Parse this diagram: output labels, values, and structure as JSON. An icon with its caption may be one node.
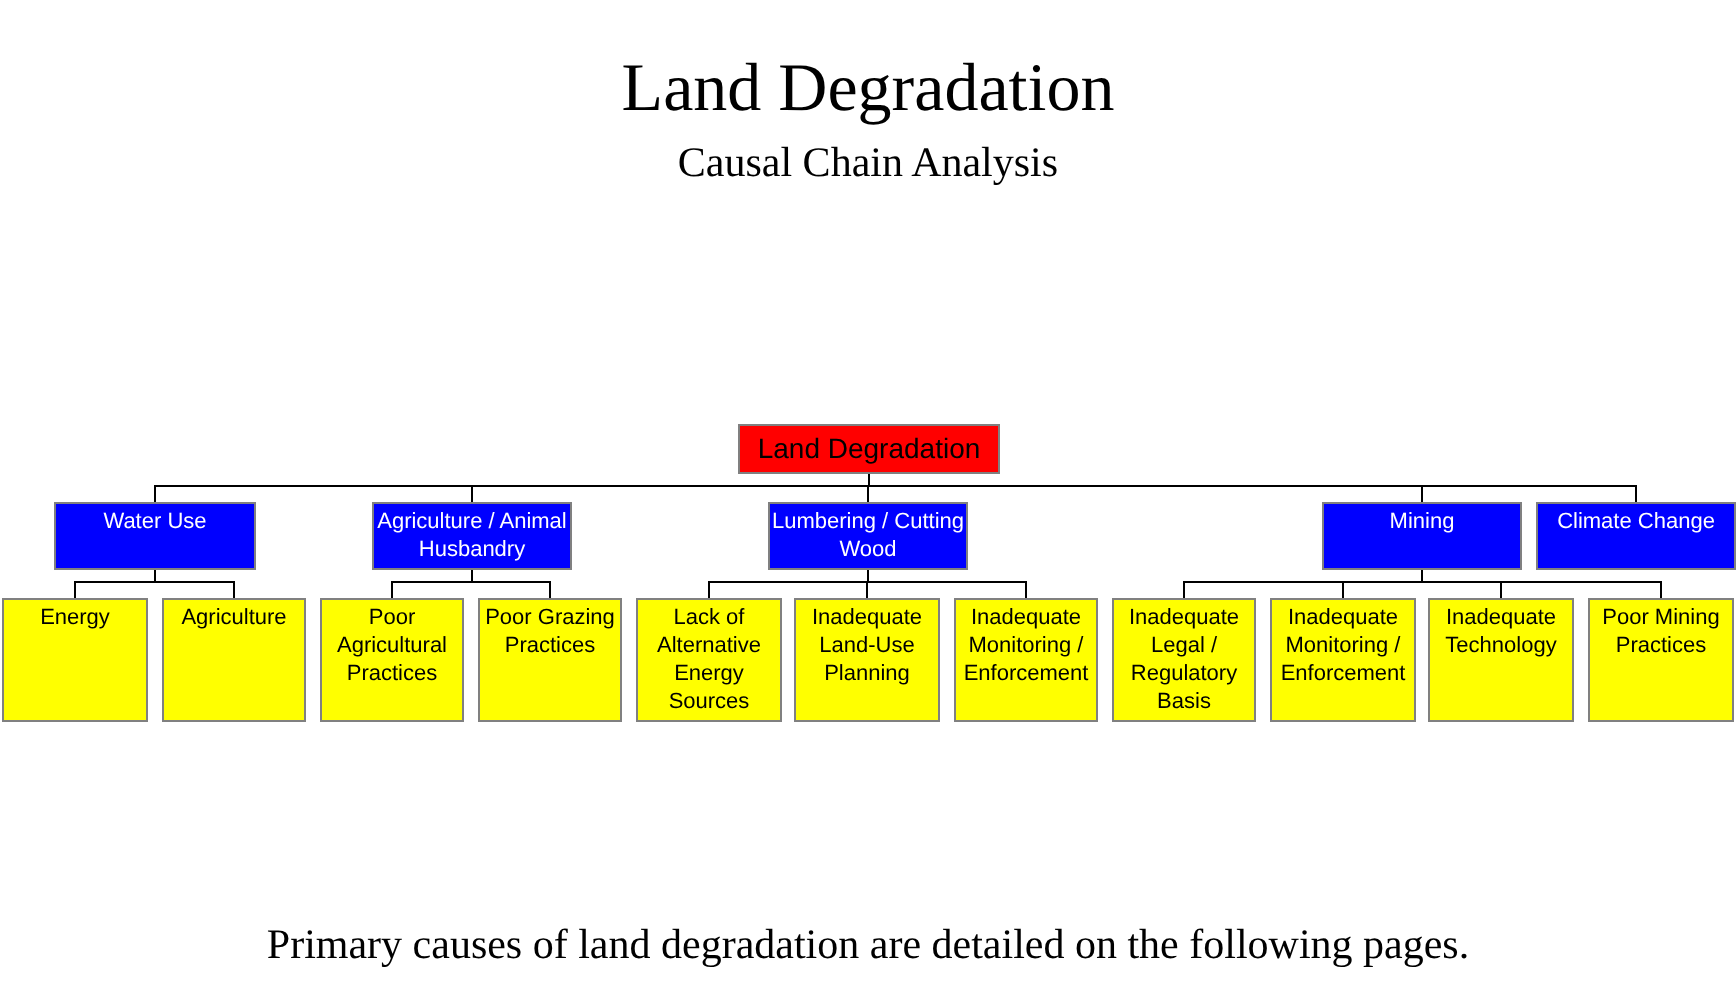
{
  "diagram": {
    "title": "Land Degradation",
    "caption": "Primary causes of land degradation are detailed on the following pages.",
    "labels": [
      "Causal Chain Analysis"
    ],
    "nodes": [
      {
        "text": [
          "Land Degradation"
        ]
      },
      {
        "text": [
          "Water Use"
        ]
      },
      {
        "text": [
          "Agriculture / Animal Husbandry"
        ]
      },
      {
        "text": [
          "Lumbering / Cutting Wood"
        ]
      },
      {
        "text": [
          "Mining"
        ]
      },
      {
        "text": [
          "Climate Change"
        ]
      },
      {
        "text": [
          "Energy"
        ]
      },
      {
        "text": [
          "Agriculture"
        ]
      },
      {
        "text": [
          "Poor Agricultural Practices"
        ]
      },
      {
        "text": [
          "Poor Grazing Practices"
        ]
      },
      {
        "text": [
          "Lack of Alternative Energy Sources"
        ]
      },
      {
        "text": [
          "Inadequate Land-Use Planning"
        ]
      },
      {
        "text": [
          "Inadequate Monitoring / Enforcement"
        ]
      },
      {
        "text": [
          "Inadequate Legal / Regulatory Basis"
        ]
      },
      {
        "text": [
          "Inadequate Monitoring / Enforcement"
        ]
      },
      {
        "text": [
          "Inadequate Technology"
        ]
      },
      {
        "text": [
          "Poor Mining Practices"
        ]
      }
    ],
    "edges": [
      {
        "from": 0,
        "to": 1,
        "arrow": "none"
      },
      {
        "from": 0,
        "to": 2,
        "arrow": "none"
      },
      {
        "from": 0,
        "to": 3,
        "arrow": "none"
      },
      {
        "from": 0,
        "to": 4,
        "arrow": "none"
      },
      {
        "from": 0,
        "to": 5,
        "arrow": "none"
      },
      {
        "from": 1,
        "to": 6,
        "arrow": "none"
      },
      {
        "from": 1,
        "to": 7,
        "arrow": "none"
      },
      {
        "from": 2,
        "to": 8,
        "arrow": "none"
      },
      {
        "from": 2,
        "to": 9,
        "arrow": "none"
      },
      {
        "from": 3,
        "to": 10,
        "arrow": "none"
      },
      {
        "from": 3,
        "to": 11,
        "arrow": "none"
      },
      {
        "from": 3,
        "to": 12,
        "arrow": "none"
      },
      {
        "from": 4,
        "to": 13,
        "arrow": "none"
      },
      {
        "from": 4,
        "to": 14,
        "arrow": "none"
      },
      {
        "from": 4,
        "to": 15,
        "arrow": "none"
      },
      {
        "from": 4,
        "to": 16,
        "arrow": "none"
      }
    ]
  }
}
